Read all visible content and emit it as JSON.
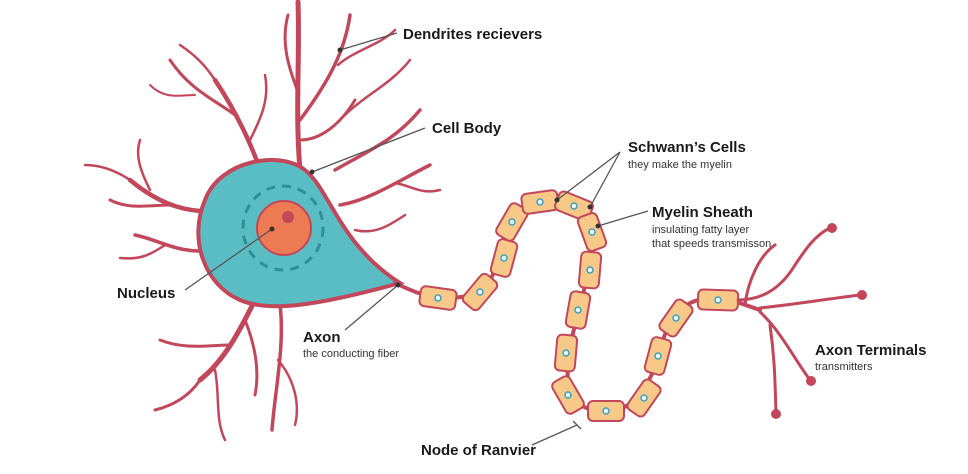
{
  "labels": {
    "dendrites": {
      "title": "Dendrites recievers"
    },
    "cell_body": {
      "title": "Cell Body"
    },
    "nucleus": {
      "title": "Nucleus"
    },
    "axon": {
      "title": "Axon",
      "subtitle": "the conducting fiber"
    },
    "schwann": {
      "title": "Schwann’s Cells",
      "subtitle": "they make the myelin"
    },
    "myelin": {
      "title": "Myelin Sheath",
      "line1": "insulating fatty layer",
      "line2": "that speeds transmisson"
    },
    "terminals": {
      "title": "Axon Terminals",
      "subtitle": "transmitters"
    },
    "ranvier": {
      "title": "Node of Ranvier"
    }
  },
  "colors": {
    "neuron_red": "#c2475a",
    "cell_body_fill": "#5bbdc4",
    "cell_body_stroke": "#c2475a",
    "nucleus_fill": "#ec7a52",
    "nucleolus_fill": "#c2475a",
    "myelin_fill": "#f8c889",
    "myelin_stroke": "#c2475a",
    "schwann_nucleus": "#3aa2bd",
    "leader_line": "#555555",
    "text": "#1a1a1a"
  }
}
